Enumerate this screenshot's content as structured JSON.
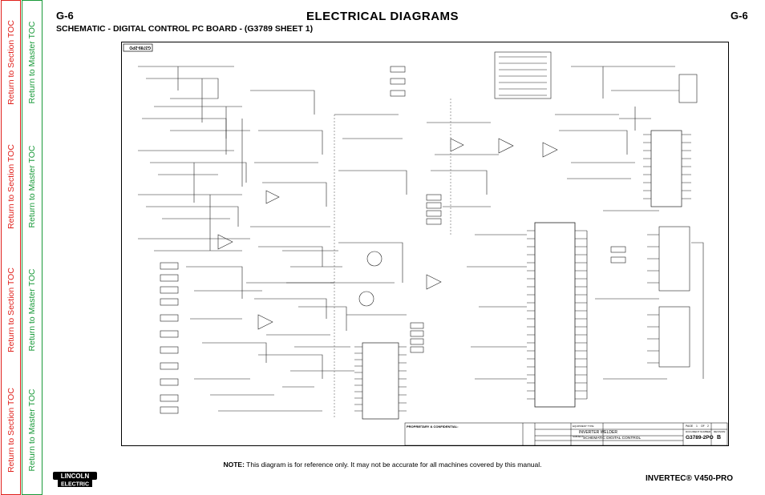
{
  "toc": {
    "groups": [
      {
        "section": "Return to Section TOC",
        "master": "Return to Master TOC"
      },
      {
        "section": "Return to Section TOC",
        "master": "Return to Master TOC"
      },
      {
        "section": "Return to Section TOC",
        "master": "Return to Master TOC"
      },
      {
        "section": "Return to Section TOC",
        "master": "Return to Master TOC"
      }
    ]
  },
  "header": {
    "page_left": "G-6",
    "page_right": "G-6",
    "title": "ELECTRICAL  DIAGRAMS",
    "subtitle": "SCHEMATIC - DIGITAL CONTROL PC BOARD - (G3789 SHEET 1)"
  },
  "drawing": {
    "corner_code": "G3789-2PO",
    "title_block": {
      "proprietary": "PROPRIETARY & CONFIDENTIAL:",
      "equipment_type_label": "EQUIPMENT TYPE:",
      "equipment_type": "INVERTER WELDER",
      "subject_label": "SUBJECT:",
      "subject": "SCHEMATIC DIGITAL CONTROL",
      "page_label": "PAGE",
      "page_value": "1",
      "page_of": "OF",
      "page_total": "2",
      "document_number_label": "DOCUMENT NUMBER:",
      "document_number": "G3789-2PO",
      "revision_label": "REVISION:",
      "revision": "B"
    }
  },
  "footer": {
    "note_label": "NOTE:",
    "note_text": "This diagram is for reference only. It may not be accurate for all machines covered by this manual.",
    "logo_top": "LINCOLN",
    "logo_bottom": "ELECTRIC",
    "product": "INVERTEC® V450-PRO"
  },
  "colors": {
    "toc_red": "#e0201b",
    "toc_green": "#1a9a3a"
  }
}
